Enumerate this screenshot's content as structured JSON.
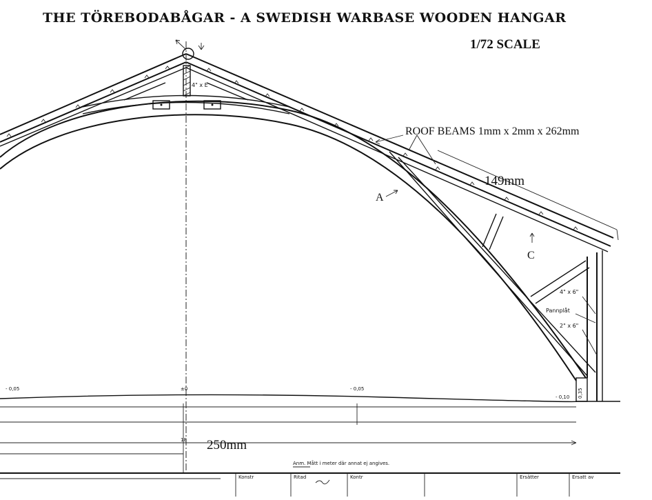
{
  "title": "THE TÖREBODABÅGAR - A SWEDISH WARBASE WOODEN HANGAR",
  "scale": "1/72  SCALE",
  "labels": {
    "roof_beams": "ROOF BEAMS 1mm x 2mm x 262mm",
    "length_149": "149mm",
    "length_250": "250mm",
    "mark_a": "A",
    "mark_c": "C",
    "beam_4x6": "4\" x 6\"",
    "beam_4xe": "4\" x E",
    "pannplat": "Pannplåt",
    "beam_2x6": "2\" x 6\"",
    "elevation_left": "- 0,05",
    "elevation_center": "±0",
    "elevation_mid": "- 0,05",
    "elevation_right": "- 0,10",
    "height_035": "0,35",
    "dim_18": "18",
    "note": "Anm.  Mått i meter där annat ej angives."
  },
  "title_block": {
    "konstr": "Konstr",
    "ritad": "Ritad",
    "kontr": "Kontr",
    "ersatter": "Ersätter",
    "ersatt_av": "Ersatt av"
  }
}
